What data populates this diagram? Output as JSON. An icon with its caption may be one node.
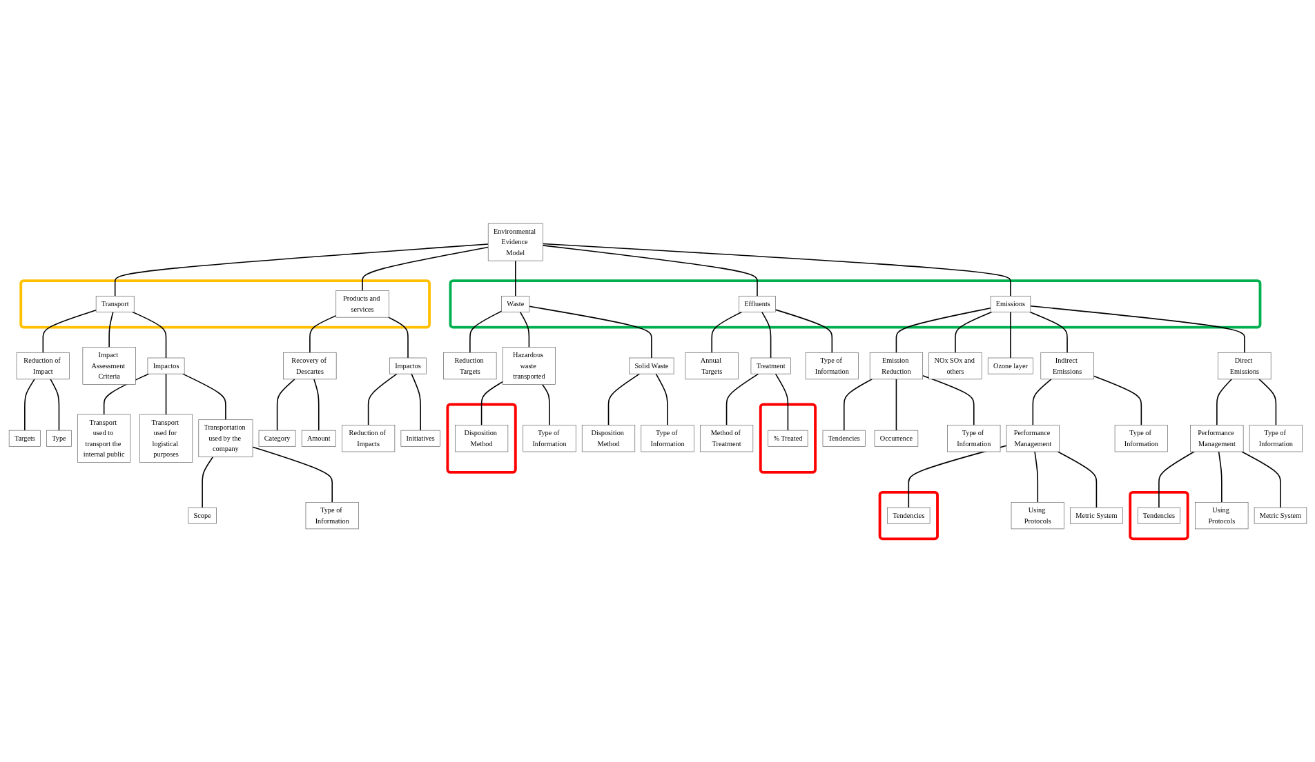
{
  "diagram": {
    "nodes": [
      {
        "text": [
          "Environmental Evidence Model"
        ]
      },
      {
        "text": [],
        "shape": "box"
      },
      {
        "text": [
          "Transport"
        ],
        "in": 1
      },
      {
        "text": [
          "Products and services"
        ],
        "in": 1
      },
      {
        "text": [],
        "shape": "box"
      },
      {
        "text": [
          "Waste"
        ],
        "in": 4
      },
      {
        "text": [
          "Effluents"
        ],
        "in": 4
      },
      {
        "text": [
          "Emissions"
        ],
        "in": 4
      },
      {
        "text": [
          "Reduction of Impact"
        ]
      },
      {
        "text": [
          "Impact Assessment Criteria"
        ]
      },
      {
        "text": [
          "Impactos"
        ]
      },
      {
        "text": [
          "Recovery of Descartes"
        ]
      },
      {
        "text": [
          "Impactos"
        ]
      },
      {
        "text": [
          "Reduction Targets"
        ]
      },
      {
        "text": [
          "Hazardous waste transported"
        ]
      },
      {
        "text": [
          "Solid Waste"
        ]
      },
      {
        "text": [
          "Annual Targets"
        ]
      },
      {
        "text": [
          "Treatment"
        ]
      },
      {
        "text": [
          "Type of Information"
        ]
      },
      {
        "text": [
          "Emission Reduction"
        ]
      },
      {
        "text": [
          "NOx SOx and others"
        ]
      },
      {
        "text": [
          "Ozone layer"
        ]
      },
      {
        "text": [
          "Indirect Emissions"
        ]
      },
      {
        "text": [
          "Direct Emissions"
        ]
      },
      {
        "text": [
          "Targets"
        ]
      },
      {
        "text": [
          "Type"
        ]
      },
      {
        "text": [
          "Transport used to transport the internal public"
        ]
      },
      {
        "text": [
          "Transport used for logistical purposes"
        ]
      },
      {
        "text": [
          "Transportation used by the company"
        ]
      },
      {
        "text": [
          "Category"
        ]
      },
      {
        "text": [
          "Amount"
        ]
      },
      {
        "text": [
          "Reduction of Impacts"
        ]
      },
      {
        "text": [
          "Initiatives"
        ]
      },
      {
        "text": [],
        "shape": "box"
      },
      {
        "text": [
          "Disposition Method"
        ],
        "in": 33
      },
      {
        "text": [
          "Type of Information"
        ]
      },
      {
        "text": [
          "Disposition Method"
        ]
      },
      {
        "text": [
          "Type of Information"
        ]
      },
      {
        "text": [
          "Method of Treatment"
        ]
      },
      {
        "text": [],
        "shape": "box"
      },
      {
        "text": [
          "% Treated"
        ],
        "in": 39
      },
      {
        "text": [
          "Tendencies"
        ]
      },
      {
        "text": [
          "Occurrence"
        ]
      },
      {
        "text": [
          "Type of Information"
        ]
      },
      {
        "text": [
          "Performance Management"
        ]
      },
      {
        "text": [
          "Type of Information"
        ]
      },
      {
        "text": [
          "Performance Management"
        ]
      },
      {
        "text": [
          "Type of Information"
        ]
      },
      {
        "text": [
          "Scope"
        ]
      },
      {
        "text": [
          "Type of Information"
        ]
      },
      {
        "text": [],
        "shape": "box"
      },
      {
        "text": [
          "Tendencies"
        ],
        "in": 50
      },
      {
        "text": [
          "Using Protocols"
        ]
      },
      {
        "text": [
          "Metric System"
        ]
      },
      {
        "text": [],
        "shape": "box"
      },
      {
        "text": [
          "Tendencies"
        ],
        "in": 54
      },
      {
        "text": [
          "Using Protocols"
        ]
      },
      {
        "text": [
          "Metric System"
        ]
      }
    ],
    "edges": [
      {
        "from": 0,
        "to": 2,
        "arrow": "none"
      },
      {
        "from": 0,
        "to": 3,
        "arrow": "none"
      },
      {
        "from": 0,
        "to": 5,
        "arrow": "none"
      },
      {
        "from": 0,
        "to": 6,
        "arrow": "none"
      },
      {
        "from": 0,
        "to": 7,
        "arrow": "none"
      },
      {
        "from": 2,
        "to": 8,
        "arrow": "none"
      },
      {
        "from": 2,
        "to": 9,
        "arrow": "none"
      },
      {
        "from": 2,
        "to": 10,
        "arrow": "none"
      },
      {
        "from": 3,
        "to": 11,
        "arrow": "none"
      },
      {
        "from": 3,
        "to": 12,
        "arrow": "none"
      },
      {
        "from": 5,
        "to": 13,
        "arrow": "none"
      },
      {
        "from": 5,
        "to": 14,
        "arrow": "none"
      },
      {
        "from": 5,
        "to": 15,
        "arrow": "none"
      },
      {
        "from": 6,
        "to": 16,
        "arrow": "none"
      },
      {
        "from": 6,
        "to": 17,
        "arrow": "none"
      },
      {
        "from": 6,
        "to": 18,
        "arrow": "none"
      },
      {
        "from": 7,
        "to": 19,
        "arrow": "none"
      },
      {
        "from": 7,
        "to": 20,
        "arrow": "none"
      },
      {
        "from": 7,
        "to": 21,
        "arrow": "none"
      },
      {
        "from": 7,
        "to": 22,
        "arrow": "none"
      },
      {
        "from": 7,
        "to": 23,
        "arrow": "none"
      },
      {
        "from": 8,
        "to": 24,
        "arrow": "none"
      },
      {
        "from": 8,
        "to": 25,
        "arrow": "none"
      },
      {
        "from": 10,
        "to": 26,
        "arrow": "none"
      },
      {
        "from": 10,
        "to": 27,
        "arrow": "none"
      },
      {
        "from": 10,
        "to": 28,
        "arrow": "none"
      },
      {
        "from": 11,
        "to": 29,
        "arrow": "none"
      },
      {
        "from": 11,
        "to": 30,
        "arrow": "none"
      },
      {
        "from": 12,
        "to": 31,
        "arrow": "none"
      },
      {
        "from": 12,
        "to": 32,
        "arrow": "none"
      },
      {
        "from": 14,
        "to": 34,
        "arrow": "none"
      },
      {
        "from": 14,
        "to": 35,
        "arrow": "none"
      },
      {
        "from": 15,
        "to": 36,
        "arrow": "none"
      },
      {
        "from": 15,
        "to": 37,
        "arrow": "none"
      },
      {
        "from": 17,
        "to": 38,
        "arrow": "none"
      },
      {
        "from": 17,
        "to": 40,
        "arrow": "none"
      },
      {
        "from": 19,
        "to": 41,
        "arrow": "none"
      },
      {
        "from": 19,
        "to": 42,
        "arrow": "none"
      },
      {
        "from": 19,
        "to": 43,
        "arrow": "none"
      },
      {
        "from": 22,
        "to": 44,
        "arrow": "none"
      },
      {
        "from": 22,
        "to": 45,
        "arrow": "none"
      },
      {
        "from": 23,
        "to": 46,
        "arrow": "none"
      },
      {
        "from": 23,
        "to": 47,
        "arrow": "none"
      },
      {
        "from": 28,
        "to": 48,
        "arrow": "none"
      },
      {
        "from": 28,
        "to": 49,
        "arrow": "none"
      },
      {
        "from": 44,
        "to": 51,
        "arrow": "none"
      },
      {
        "from": 44,
        "to": 52,
        "arrow": "none"
      },
      {
        "from": 44,
        "to": 53,
        "arrow": "none"
      },
      {
        "from": 46,
        "to": 55,
        "arrow": "none"
      },
      {
        "from": 46,
        "to": 56,
        "arrow": "none"
      },
      {
        "from": 46,
        "to": 57,
        "arrow": "none"
      }
    ]
  }
}
